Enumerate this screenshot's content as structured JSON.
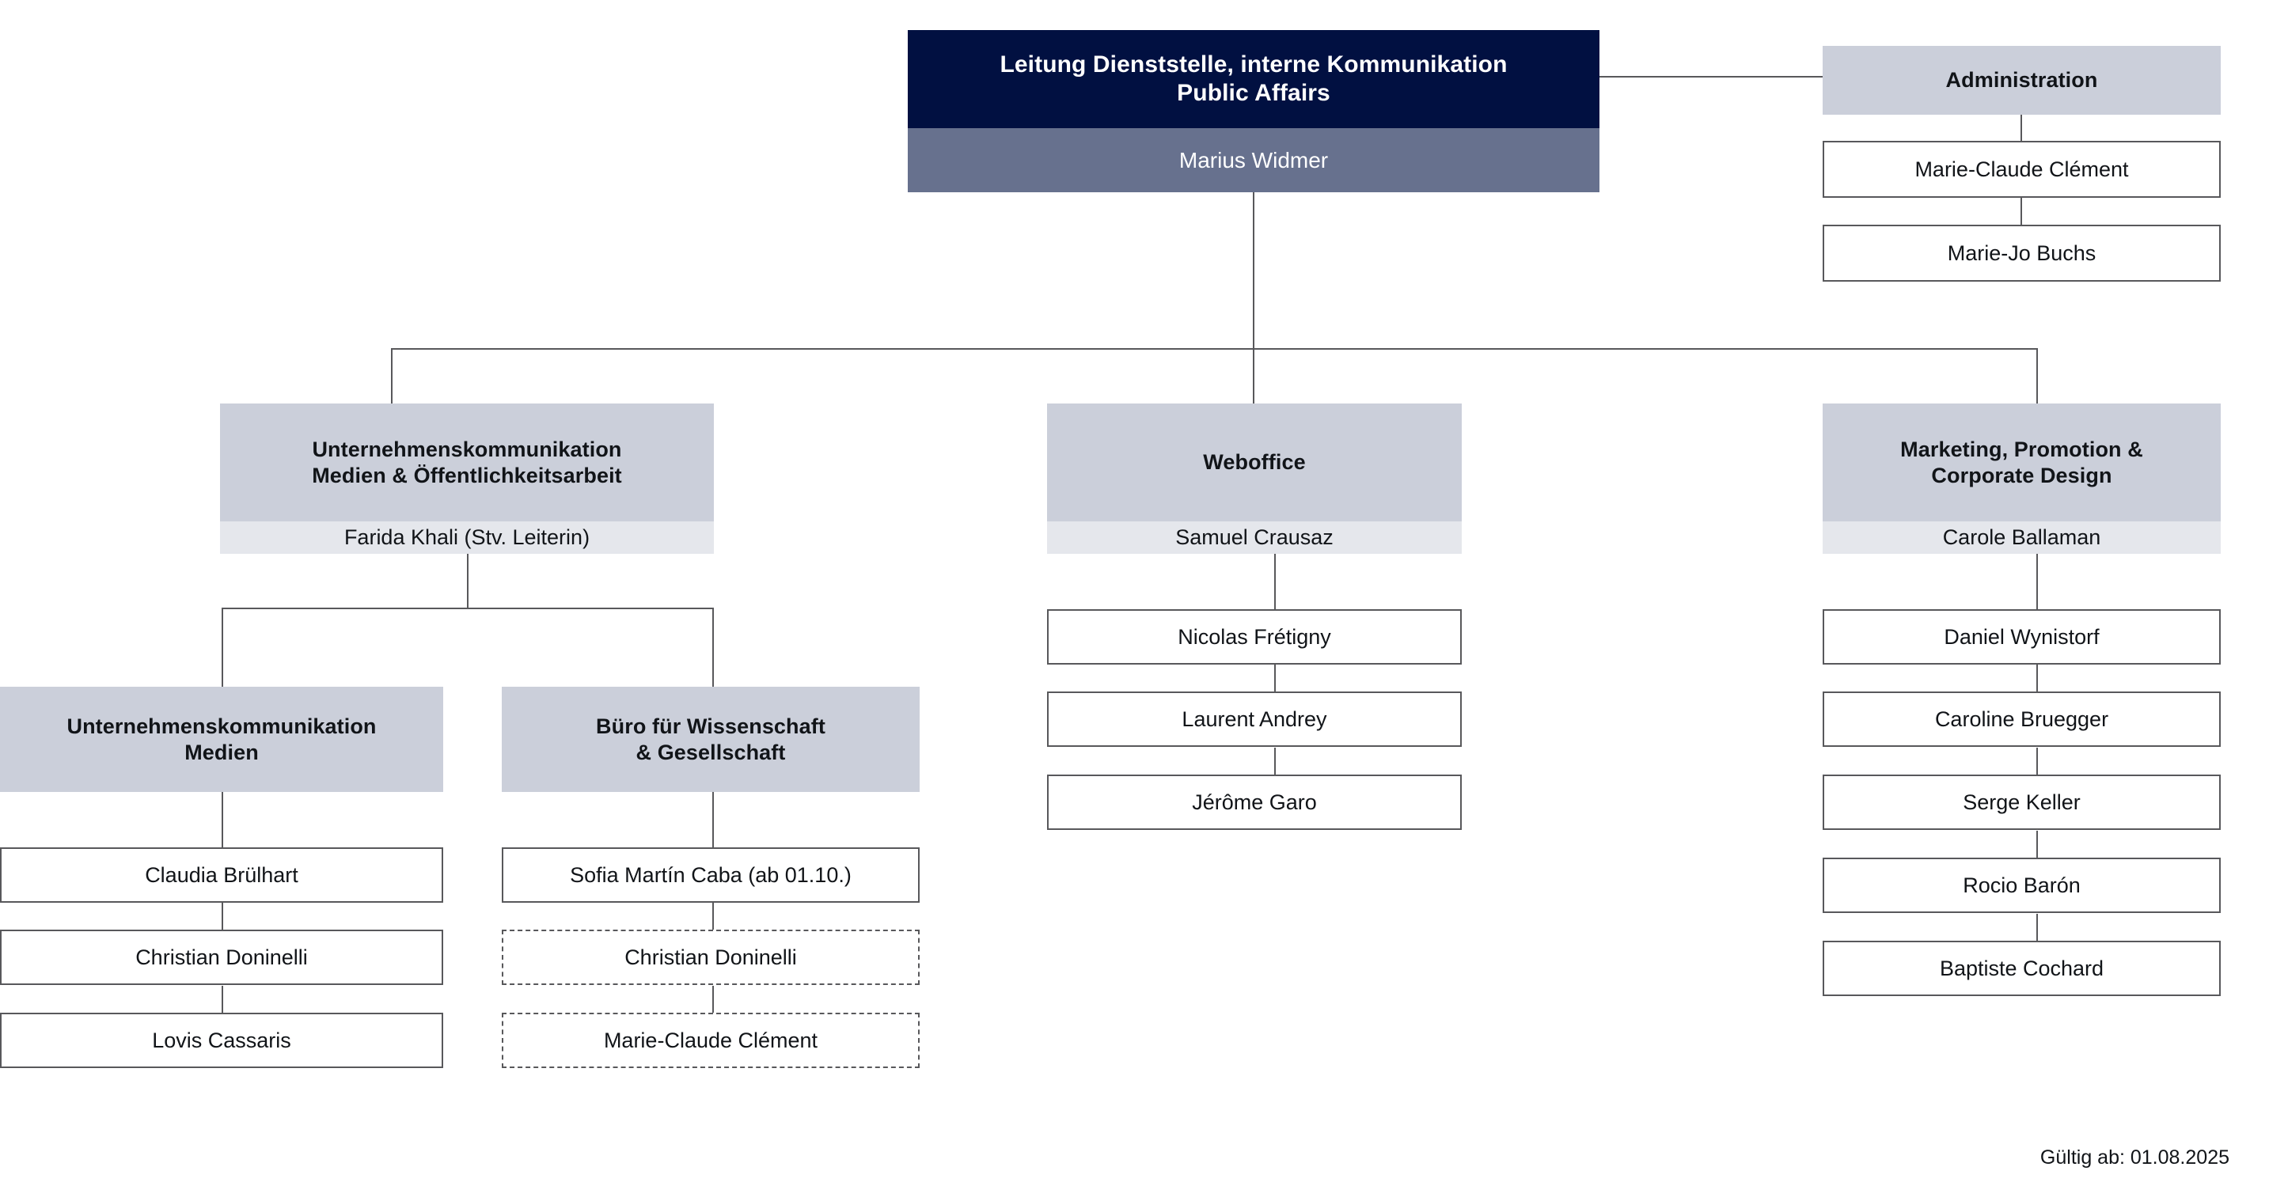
{
  "document": {
    "type": "organizational-chart",
    "footer": "Gültig ab: 01.08.2025"
  },
  "colors": {
    "root_header_bg": "#011041",
    "root_name_bg": "#67718e",
    "unit_header_bg": "#cbcfda",
    "unit_name_bg": "#e5e7ec",
    "box_border": "#58585b",
    "text_dark": "#111418",
    "text_light": "#ffffff"
  },
  "root": {
    "title": "Leitung Dienststelle, interne Kommunikation Public Affairs",
    "title_line1": "Leitung Dienststelle, interne Kommunikation",
    "title_line2": "Public Affairs",
    "person": "Marius Widmer"
  },
  "administration": {
    "title": "Administration",
    "members": [
      "Marie-Claude Clément",
      "Marie-Jo Buchs"
    ]
  },
  "units": [
    {
      "id": "unternehmenskommunikation-medien-oeffentlichkeitsarbeit",
      "title": "Unternehmenskommunikation Medien & Öffentlichkeitsarbeit",
      "title_line1": "Unternehmenskommunikation",
      "title_line2": "Medien & Öffentlichkeitsarbeit",
      "lead": "Farida Khali (Stv. Leiterin)",
      "subunits": [
        {
          "id": "unternehmenskommunikation-medien",
          "title": "Unternehmenskommunikation Medien",
          "title_line1": "Unternehmenskommunikation",
          "title_line2": "Medien",
          "members": [
            {
              "name": "Claudia Brülhart",
              "style": "solid"
            },
            {
              "name": "Christian Doninelli",
              "style": "solid"
            },
            {
              "name": "Lovis Cassaris",
              "style": "solid"
            }
          ]
        },
        {
          "id": "buero-fuer-wissenschaft-gesellschaft",
          "title": "Büro für Wissenschaft & Gesellschaft",
          "title_line1": "Büro für Wissenschaft",
          "title_line2": "& Gesellschaft",
          "members": [
            {
              "name": "Sofia Martín Caba (ab 01.10.)",
              "style": "solid"
            },
            {
              "name": "Christian Doninelli",
              "style": "dashed"
            },
            {
              "name": "Marie-Claude Clément",
              "style": "dashed"
            }
          ]
        }
      ]
    },
    {
      "id": "weboffice",
      "title": "Weboffice",
      "title_line1": "Weboffice",
      "title_line2": "",
      "lead": "Samuel Crausaz",
      "members": [
        "Nicolas Frétigny",
        "Laurent Andrey",
        "Jérôme Garo"
      ]
    },
    {
      "id": "marketing-promotion-corporate-design",
      "title": "Marketing, Promotion & Corporate Design",
      "title_line1": "Marketing, Promotion &",
      "title_line2": "Corporate Design",
      "lead": "Carole Ballaman",
      "members": [
        "Daniel Wynistorf",
        "Caroline Bruegger",
        "Serge Keller",
        "Rocio Barón",
        "Baptiste Cochard"
      ]
    }
  ]
}
